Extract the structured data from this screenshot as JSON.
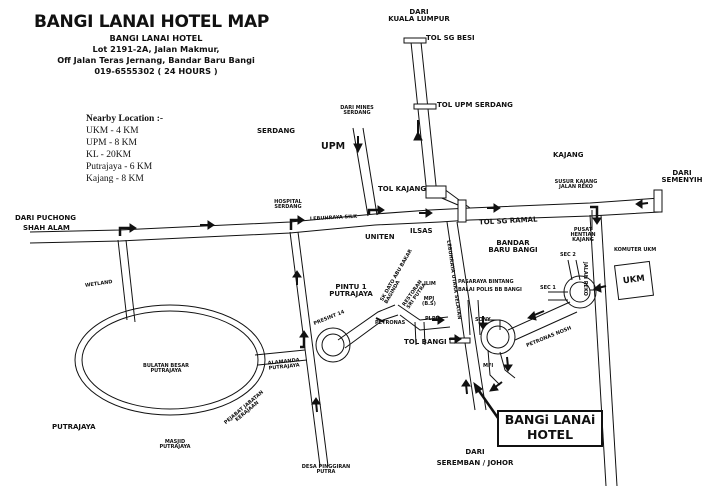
{
  "header": {
    "title": "BANGI LANAI HOTEL MAP",
    "hotel_name": "BANGI LANAI HOTEL",
    "address_line1": "Lot 2191-2A, Jalan Makmur,",
    "address_line2": "Off Jalan Teras Jernang, Bandar Baru Bangi",
    "phone": "019-6555302 ( 24 HOURS )"
  },
  "nearby": {
    "heading": "Nearby Location :-",
    "items": [
      "UKM - 4 KM",
      "UPM - 8 KM",
      "KL - 20KM",
      "Putrajaya - 6 KM",
      "Kajang - 8 KM"
    ]
  },
  "places": {
    "dari_kl_1": "DARI",
    "dari_kl_2": "KUALA LUMPUR",
    "tol_sg_besi": "TOL SG BESI",
    "tol_upm_serdang": "TOL UPM SERDANG",
    "dari_mines_1": "DARI MINES",
    "dari_mines_2": "SERDANG",
    "serdang": "SERDANG",
    "upm": "UPM",
    "kajang": "KAJANG",
    "dari_semenyih_1": "DARI",
    "dari_semenyih_2": "SEMENYIH",
    "susur_kajang_1": "SUSUR KAJANG",
    "susur_kajang_2": "JALAN REKO",
    "tol_kajang": "TOL KAJANG",
    "tol_sg_ramal": "TOL SG RAMAL",
    "dari_puchong_1": "DARI PUCHONG",
    "dari_puchong_2": "SHAH ALAM",
    "hospital_1": "HOSPITAL",
    "hospital_2": "SERDANG",
    "lebuhraya_silk": "LEBUHRAYA SILK",
    "uniten": "UNITEN",
    "ilsas": "ILSAS",
    "bandar_1": "BANDAR",
    "bandar_2": "BARU BANGI",
    "pusat_1": "PUSAT",
    "pusat_2": "HENTIAN",
    "pusat_3": "KAJANG",
    "jalan_reko": "JALAN REKO",
    "komuter_ukm": "KOMUTER UKM",
    "ukm": "UKM",
    "sec2": "SEC 2",
    "sec1": "SEC 1",
    "wetland": "WETLAND",
    "pintu_1": "PINTU 1",
    "pintu_2": "PUTRAJAYA",
    "sk_dato": "SK DATO ABU BAKAR BAGINDA",
    "restoran_1": "RESTORAN",
    "restoran_2": "SRI PUTRA",
    "ilim": "ILIM",
    "mpj_1": "MPJ",
    "mpj_2": "(B.S)",
    "lebuhraya_utara": "LEBUHRAYA UTARA SELATAN",
    "pasaraya_1": "PASARAYA BINTANG",
    "pasaraya_2": "BALAI POLIS BB BANGI",
    "presint_14": "PRESINT 14",
    "petronas_w": "PETRONAS",
    "plpp": "PLPP",
    "sony": "SONY",
    "petronas_nosh": "PETRONAS  NOSH",
    "tol_bangi": "TOL BANGI",
    "mfi": "MFI",
    "bulatan_1": "BULATAN BESAR",
    "bulatan_2": "PUTRAJAYA",
    "alamanda_1": "ALAMANDA",
    "alamanda_2": "PUTRAJAYA",
    "pejabat_1": "PEJABAT JABATAN",
    "pejabat_2": "KERAJAAN",
    "putrajaya": "PUTRAJAYA",
    "masjid_1": "MASJID",
    "masjid_2": "PUTRAJAYA",
    "desa_1": "DESA PINGGIRAN",
    "desa_2": "PUTRA",
    "dari_seremban_1": "DARI",
    "dari_seremban_2": "SEREMBAN / JOHOR"
  },
  "hotel_marker": {
    "line1": "BANGi LANAi",
    "line2": "HOTEL"
  },
  "colors": {
    "ink": "#111111",
    "background": "#ffffff"
  }
}
